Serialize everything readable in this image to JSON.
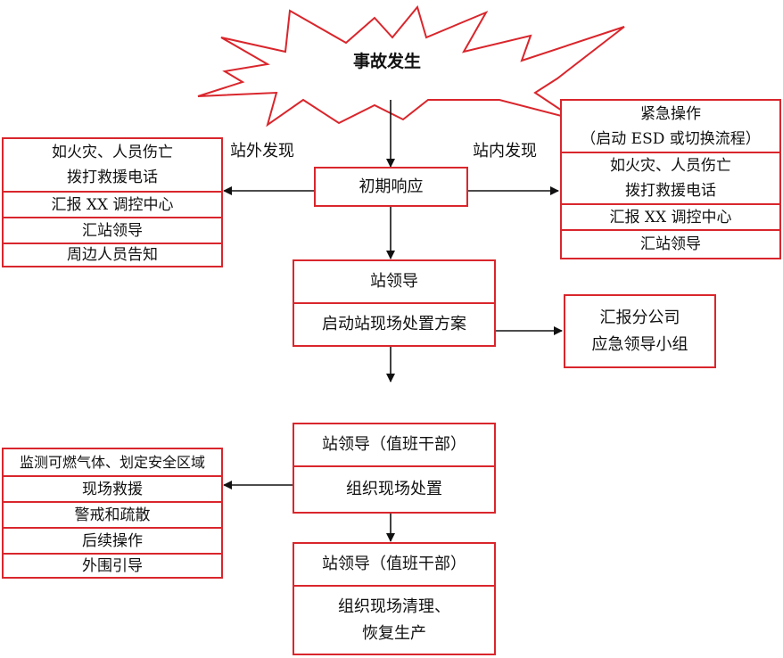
{
  "start": "事故发生",
  "labels": {
    "outside": "站外发现",
    "inside": "站内发现"
  },
  "initial": "初期响应",
  "left_top": [
    "如火灾、人员伤亡",
    "拨打救援电话",
    "汇报 XX 调控中心",
    "汇站领导",
    "周边人员告知"
  ],
  "right_top": {
    "emergency": [
      "紧急操作",
      "（启动 ESD 或切换流程）"
    ],
    "call": [
      "如火灾、人员伤亡",
      "拨打救援电话"
    ],
    "report": "汇报 XX 调控中心",
    "leader": "汇站领导"
  },
  "leader_box": {
    "title": "站领导",
    "action": "启动站现场处置方案"
  },
  "branch": [
    "汇报分公司",
    "应急领导小组"
  ],
  "duty_box": {
    "title": "站领导（值班干部）",
    "action": "组织现场处置"
  },
  "left_bottom": [
    "监测可燃气体、划定安全区域",
    "现场救援",
    "警戒和疏散",
    "后续操作",
    "外围引导"
  ],
  "final_box": {
    "title": "站领导（值班干部）",
    "action": [
      "组织现场清理、",
      "恢复生产"
    ]
  },
  "colors": {
    "border": "#d9262c",
    "arrow": "#111111"
  }
}
